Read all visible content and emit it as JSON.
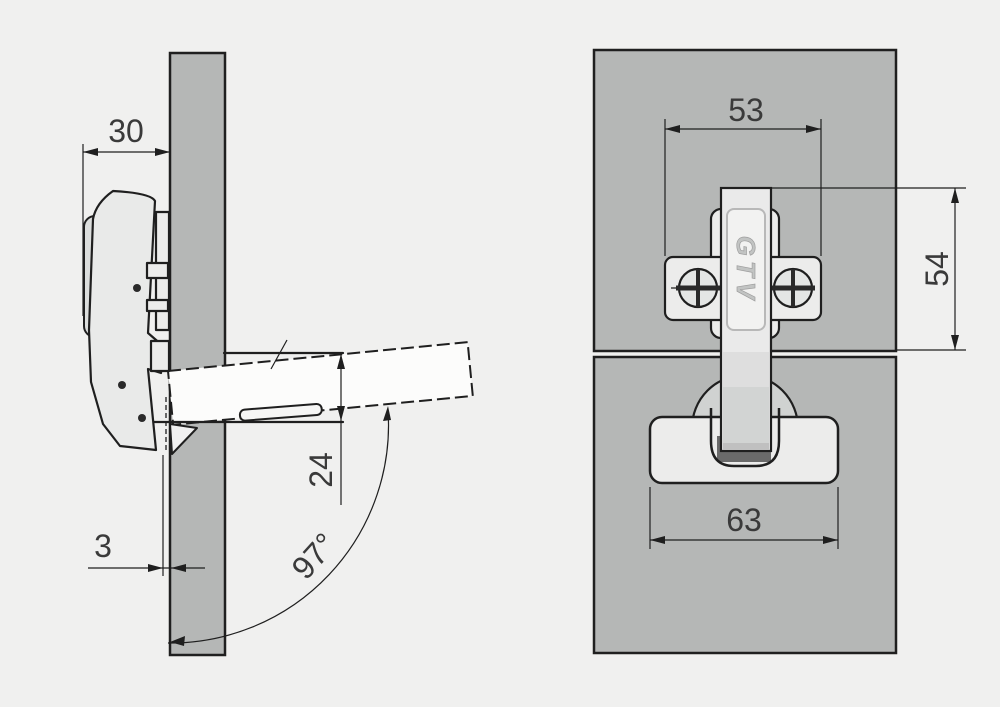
{
  "drawing": {
    "brand": "GTV",
    "side_view": {
      "dim_overlay": "30",
      "dim_reveal_gap": "3",
      "dim_arm_offset": "24",
      "dim_opening_angle": "97°"
    },
    "front_view": {
      "dim_plate_width": "53",
      "dim_plate_height": "54",
      "dim_flange_width": "63"
    },
    "colors": {
      "background": "#f0f0ef",
      "panel": "#b5b7b6",
      "hinge_fill": "#e9eae9",
      "cup": "#d0d2d1",
      "line": "#1f1f1f",
      "dim_text": "#3a3a3a"
    }
  }
}
